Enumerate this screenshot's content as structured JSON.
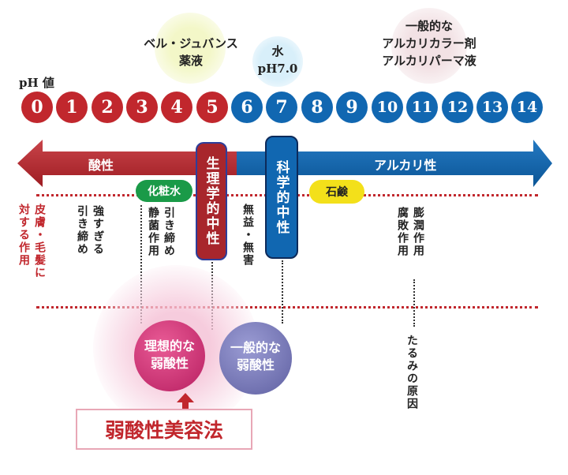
{
  "labels": {
    "ph_label": "pH 値",
    "berujuvans": "ベル・ジュバンス\n薬液",
    "water": "水\npH7.0",
    "alkali_products": "一般的な\nアルカリカラー剤\nアルカリパーマ液",
    "acidic": "酸性",
    "alkaline": "アルカリ性",
    "physio_neutral": "生理学的中性",
    "science_neutral": "科学的中性",
    "lotion": "化粧水",
    "soap": "石鹸",
    "skin_hair_effect": "皮膚・毛髪に\n対する作用",
    "too_strong": "強すぎる\n引き締め",
    "tighten_sterilize": "引き締め\n静菌作用",
    "harmless": "無益・無害",
    "swell_rot": "膨潤作用\n腐敗作用",
    "sagging": "たるみの原因",
    "ideal": "理想的な\n弱酸性",
    "general": "一般的な\n弱酸性",
    "method": "弱酸性美容法"
  },
  "ph_scale": [
    "0",
    "1",
    "2",
    "3",
    "4",
    "5",
    "6",
    "7",
    "8",
    "9",
    "10",
    "11",
    "12",
    "13",
    "14"
  ],
  "colors": {
    "acid": "#c1272d",
    "alkali": "#1167b1",
    "lotion": "#1a9a48",
    "soap": "#f3e01a"
  }
}
